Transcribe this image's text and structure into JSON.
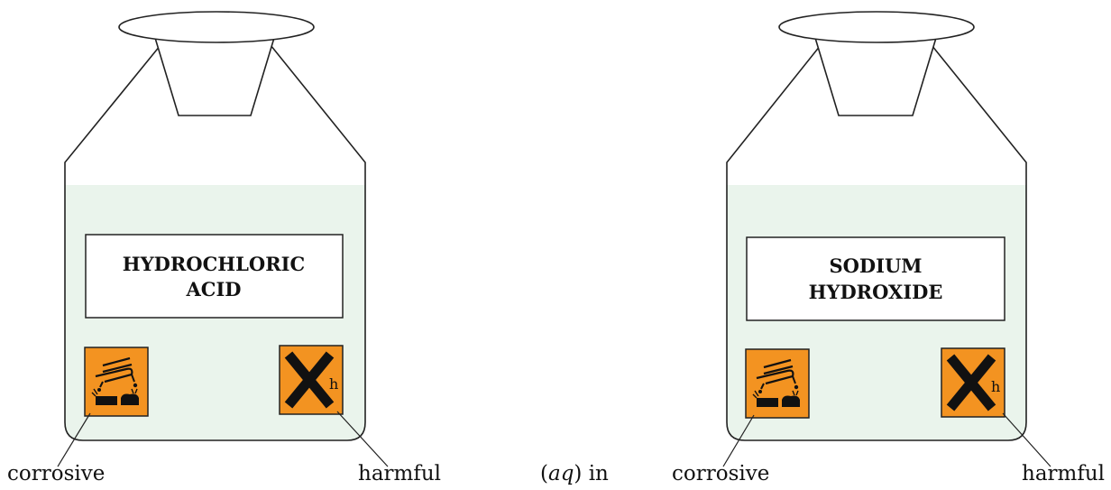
{
  "bottles": [
    {
      "label_lines": [
        "HYDROCHLORIC",
        "ACID"
      ],
      "left_symbol": "corrosive-symbol",
      "right_symbol": "harmful-symbol",
      "right_symbol_letter": "h",
      "left_caption": "corrosive",
      "right_caption": "harmful"
    },
    {
      "label_lines": [
        "SODIUM",
        "HYDROXIDE"
      ],
      "left_symbol": "corrosive-symbol",
      "right_symbol": "harmful-symbol",
      "right_symbol_letter": "h",
      "left_caption": "corrosive",
      "right_caption": "harmful"
    }
  ],
  "stray_text_prefix": "(",
  "stray_text_italic": "aq",
  "stray_text_suffix": ") in",
  "colors": {
    "liquid": "#eaf4ec",
    "hazard_orange": "#f39321",
    "outline": "#222222"
  }
}
